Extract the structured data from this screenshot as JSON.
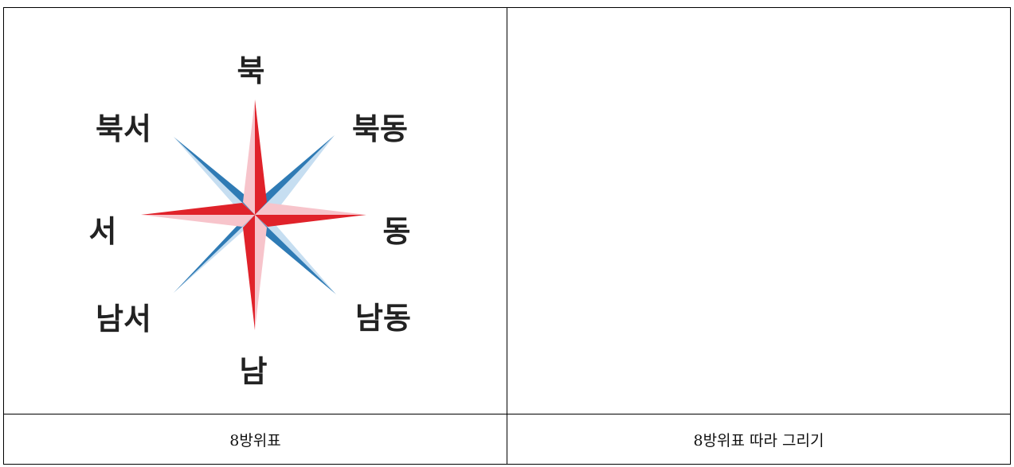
{
  "figure": {
    "directions": {
      "north": "북",
      "northeast": "북동",
      "east": "동",
      "southeast": "남동",
      "south": "남",
      "southwest": "남서",
      "west": "서",
      "northwest": "북서"
    },
    "colors": {
      "cardinal_dark": "#e0222a",
      "cardinal_light": "#f7c4cb",
      "diagonal_dark": "#2f7bb5",
      "diagonal_light": "#c6def1"
    }
  },
  "captions": {
    "left": "8방위표",
    "right": "8방위표 따라 그리기"
  }
}
